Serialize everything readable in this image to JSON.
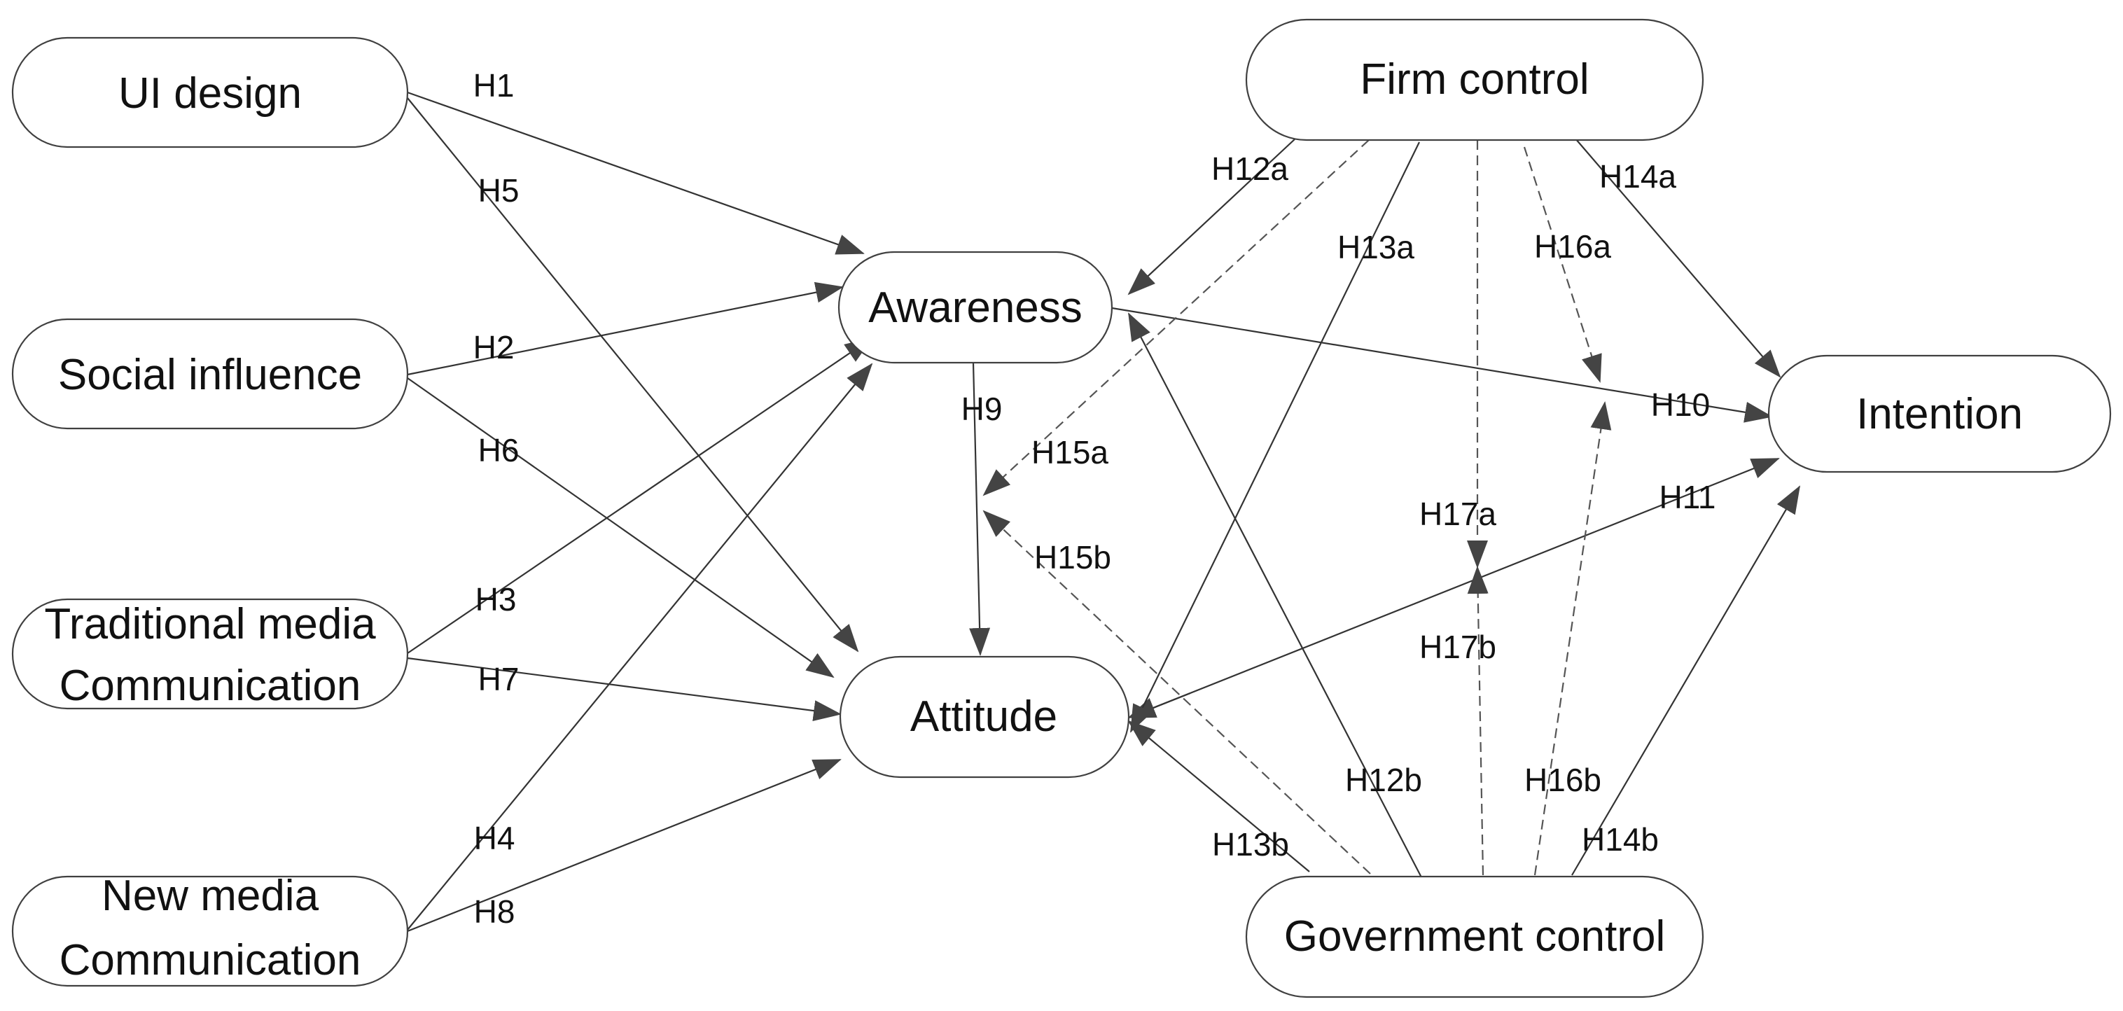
{
  "nodes": [
    {
      "id": "ui_design",
      "lines": [
        "UI design"
      ]
    },
    {
      "id": "social_influence",
      "lines": [
        "Social influence"
      ]
    },
    {
      "id": "traditional_media",
      "lines": [
        "Traditional media",
        "Communication"
      ]
    },
    {
      "id": "new_media",
      "lines": [
        "New media",
        "Communication"
      ]
    },
    {
      "id": "awareness",
      "lines": [
        "Awareness"
      ]
    },
    {
      "id": "attitude",
      "lines": [
        "Attitude"
      ]
    },
    {
      "id": "firm_control",
      "lines": [
        "Firm control"
      ]
    },
    {
      "id": "government_control",
      "lines": [
        "Government control"
      ]
    },
    {
      "id": "intention",
      "lines": [
        "Intention"
      ]
    }
  ],
  "edges": [
    {
      "id": "H1",
      "label": "H1",
      "from": "ui_design",
      "to": "awareness",
      "style": "solid"
    },
    {
      "id": "H2",
      "label": "H2",
      "from": "social_influence",
      "to": "awareness",
      "style": "solid"
    },
    {
      "id": "H3",
      "label": "H3",
      "from": "traditional_media",
      "to": "awareness",
      "style": "solid"
    },
    {
      "id": "H4",
      "label": "H4",
      "from": "new_media",
      "to": "awareness",
      "style": "solid"
    },
    {
      "id": "H5",
      "label": "H5",
      "from": "ui_design",
      "to": "attitude",
      "style": "solid"
    },
    {
      "id": "H6",
      "label": "H6",
      "from": "social_influence",
      "to": "attitude",
      "style": "solid"
    },
    {
      "id": "H7",
      "label": "H7",
      "from": "traditional_media",
      "to": "attitude",
      "style": "solid"
    },
    {
      "id": "H8",
      "label": "H8",
      "from": "new_media",
      "to": "attitude",
      "style": "solid"
    },
    {
      "id": "H9",
      "label": "H9",
      "from": "awareness",
      "to": "attitude",
      "style": "solid"
    },
    {
      "id": "H10",
      "label": "H10",
      "from": "awareness",
      "to": "intention",
      "style": "solid"
    },
    {
      "id": "H11",
      "label": "H11",
      "from": "attitude",
      "to": "intention",
      "style": "solid"
    },
    {
      "id": "H12a",
      "label": "H12a",
      "from": "firm_control",
      "to": "awareness",
      "style": "solid"
    },
    {
      "id": "H12b",
      "label": "H12b",
      "from": "government_control",
      "to": "awareness",
      "style": "solid"
    },
    {
      "id": "H13a",
      "label": "H13a",
      "from": "firm_control",
      "to": "attitude",
      "style": "solid"
    },
    {
      "id": "H13b",
      "label": "H13b",
      "from": "government_control",
      "to": "attitude",
      "style": "solid"
    },
    {
      "id": "H14a",
      "label": "H14a",
      "from": "firm_control",
      "to": "intention",
      "style": "solid"
    },
    {
      "id": "H14b",
      "label": "H14b",
      "from": "government_control",
      "to": "intention",
      "style": "solid"
    },
    {
      "id": "H15a",
      "label": "H15a",
      "from": "firm_control",
      "to": "H9",
      "style": "dashed"
    },
    {
      "id": "H15b",
      "label": "H15b",
      "from": "government_control",
      "to": "H9",
      "style": "dashed"
    },
    {
      "id": "H16a",
      "label": "H16a",
      "from": "firm_control",
      "to": "H10",
      "style": "dashed"
    },
    {
      "id": "H16b",
      "label": "H16b",
      "from": "government_control",
      "to": "H10",
      "style": "dashed"
    },
    {
      "id": "H17a",
      "label": "H17a",
      "from": "firm_control",
      "to": "H11",
      "style": "dashed"
    },
    {
      "id": "H17b",
      "label": "H17b",
      "from": "government_control",
      "to": "H11",
      "style": "dashed"
    }
  ]
}
